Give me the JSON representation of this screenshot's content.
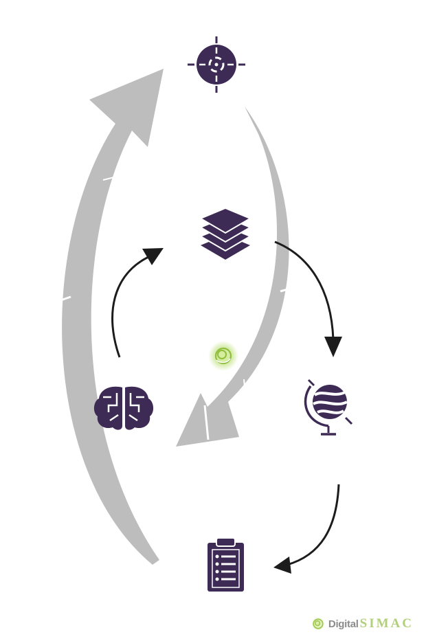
{
  "diagram": {
    "nodes": [
      {
        "id": "target",
        "icon": "crosshair-target-icon"
      },
      {
        "id": "layers",
        "icon": "stacked-layers-icon"
      },
      {
        "id": "brain",
        "icon": "brain-circuit-icon"
      },
      {
        "id": "globe",
        "icon": "globe-icon"
      },
      {
        "id": "clipboard",
        "icon": "clipboard-checklist-icon"
      },
      {
        "id": "center-logo",
        "icon": "green-spiral-icon"
      }
    ],
    "edges": [
      {
        "from": "target",
        "to": "brain",
        "style": "large gray arrow"
      },
      {
        "from": "clipboard",
        "to": "target",
        "style": "large gray arrow"
      },
      {
        "from": "layers",
        "to": "globe",
        "style": "black arrow"
      },
      {
        "from": "globe",
        "to": "clipboard",
        "style": "black arrow"
      },
      {
        "from": "brain",
        "to": "layers",
        "style": "black arrow"
      }
    ],
    "colors": {
      "icon": "#3d2b55",
      "gray_arrow": "#bdbdbd",
      "black_arrow": "#1c1c1c",
      "green": "#9cc44a"
    }
  },
  "logo": {
    "word": "Digital",
    "brand": "SIMAC"
  }
}
